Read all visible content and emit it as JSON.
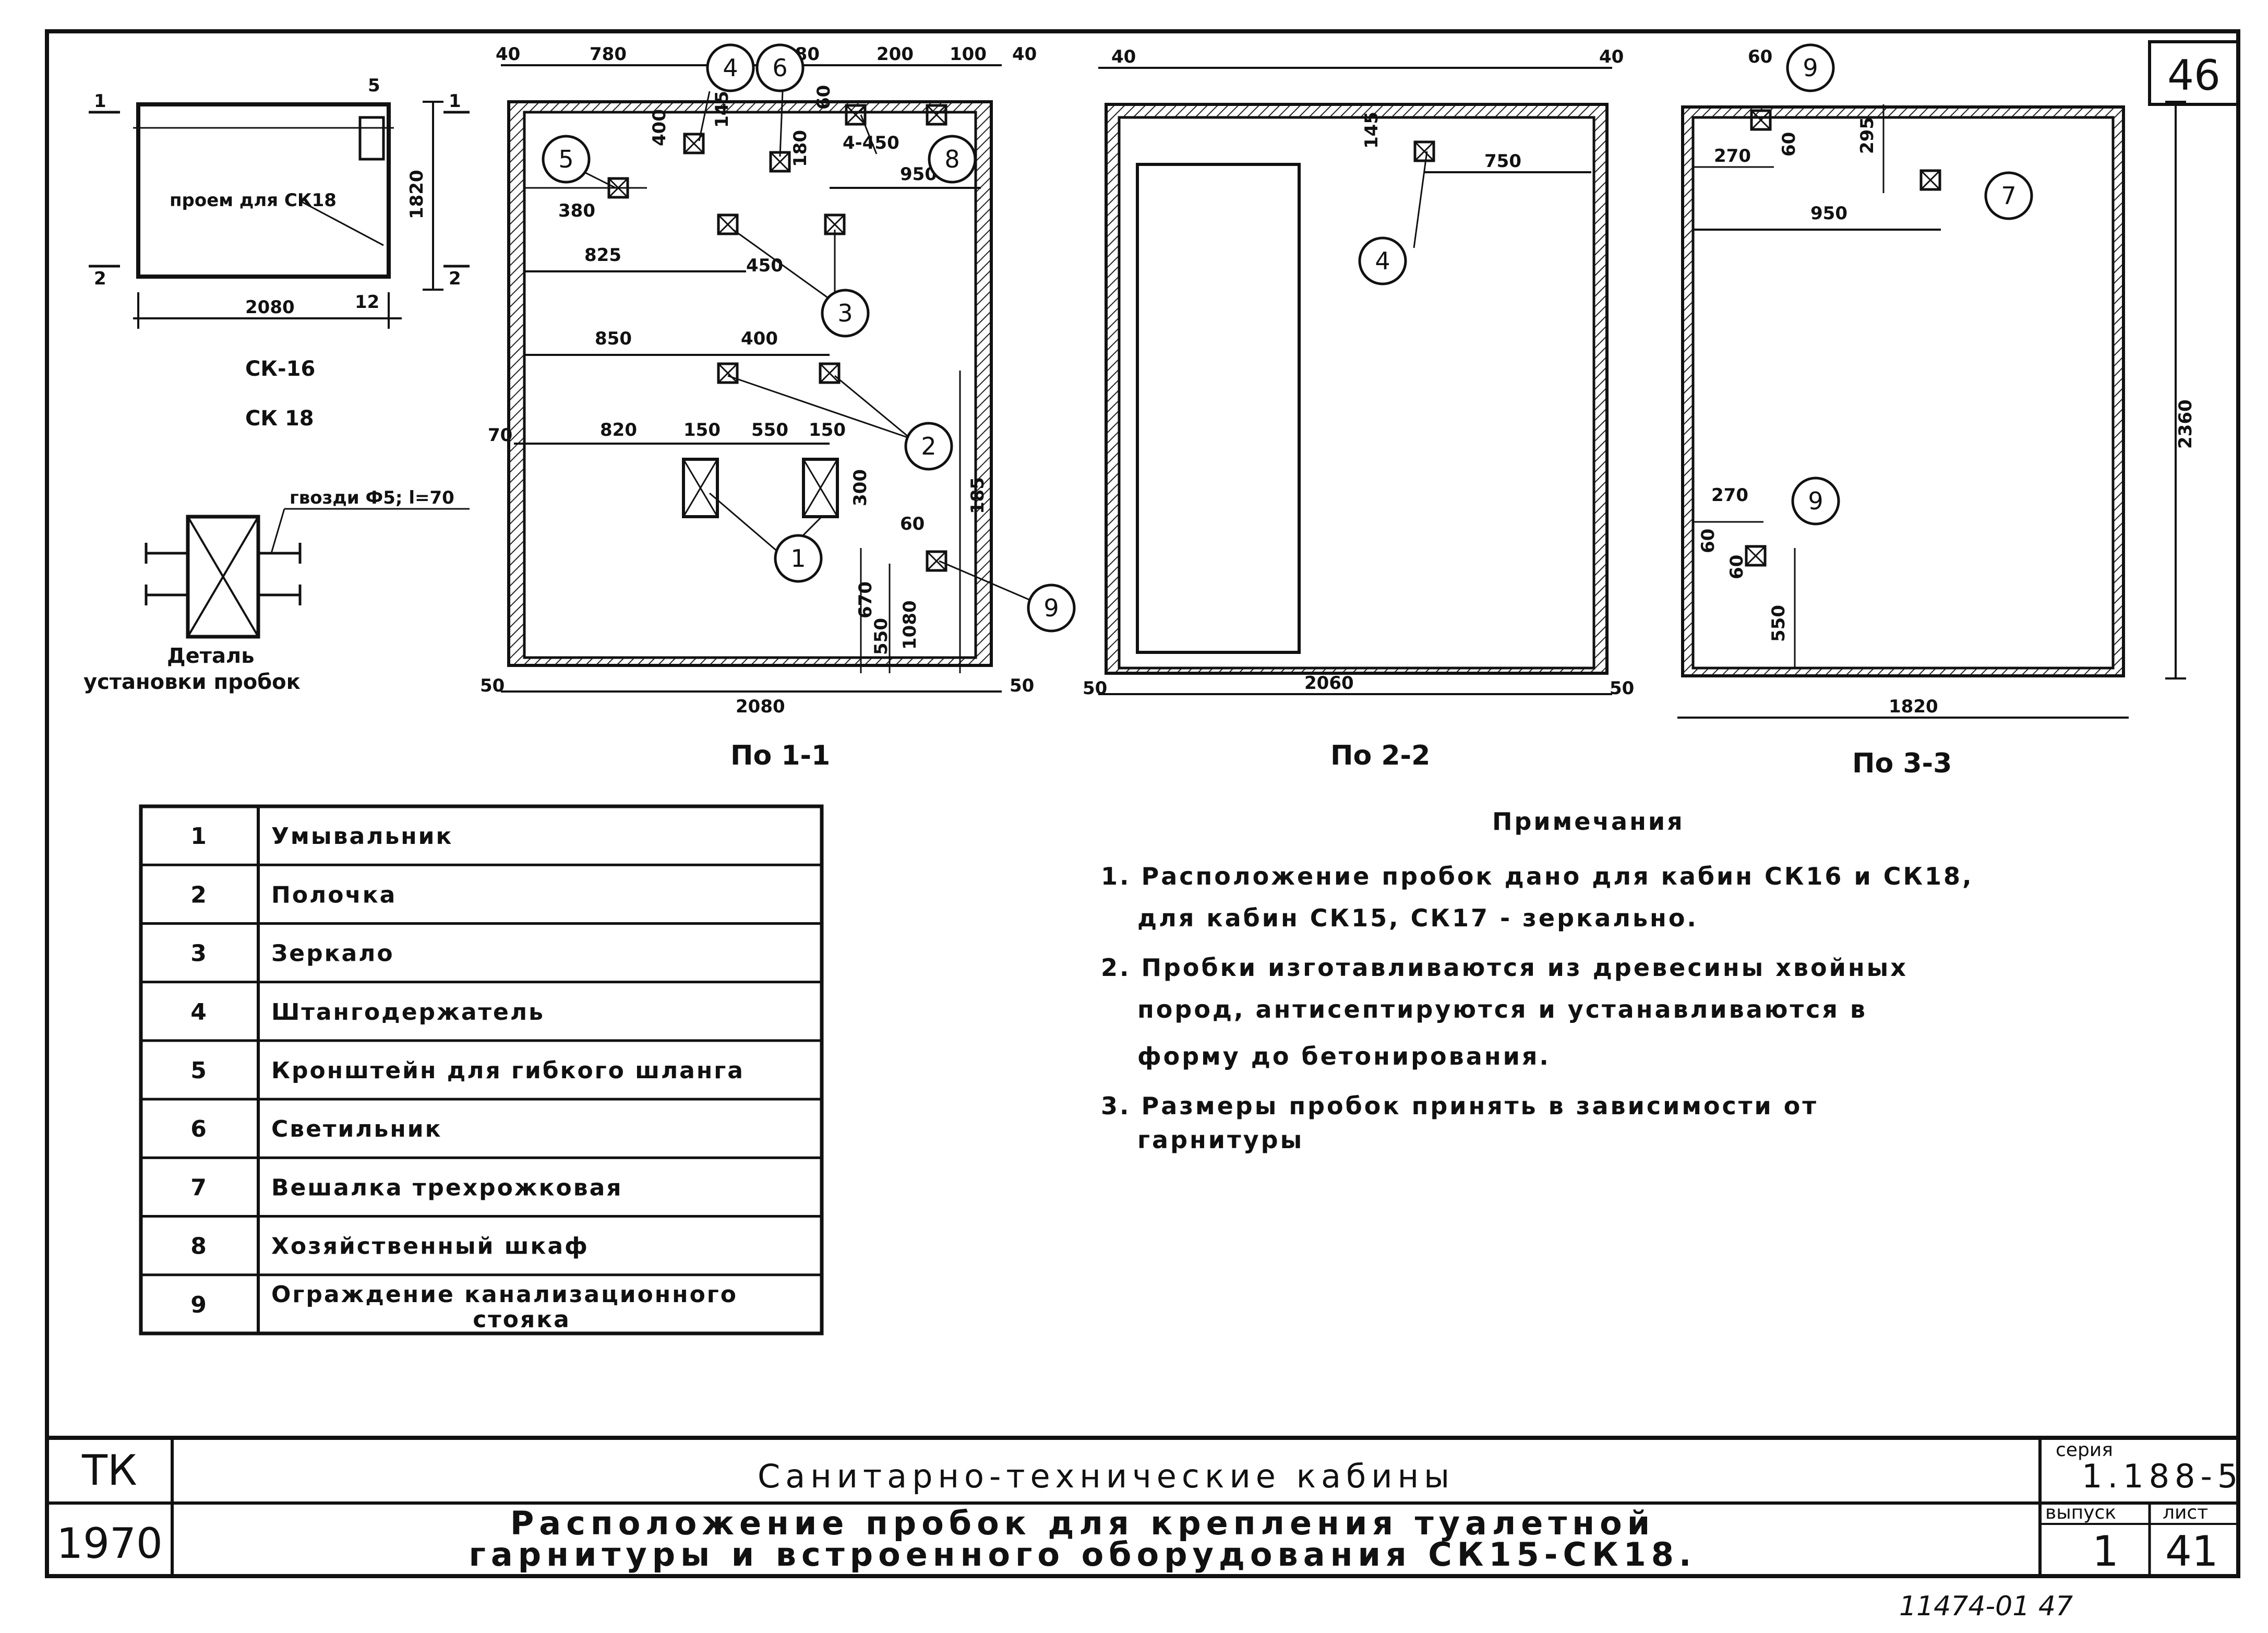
{
  "sheet_number": "46",
  "detail_plan": {
    "opening_label": "проем для СК18",
    "dims": {
      "width": "2080",
      "height": "1820",
      "offset_top": "5",
      "offset_bottom": "12"
    },
    "cut_marks": [
      "1",
      "1",
      "2",
      "2"
    ],
    "captions": [
      "СК-16",
      "СК 18"
    ]
  },
  "fastener_detail": {
    "nail_label": "гвозди Ф5; l=70",
    "caption_line1": "Деталь",
    "caption_line2": "установки пробок"
  },
  "view1": {
    "caption": "По 1-1",
    "dims": [
      "40",
      "780",
      "180",
      "200",
      "100",
      "40",
      "145",
      "400",
      "380",
      "180",
      "60",
      "4-450",
      "950",
      "825",
      "450",
      "850",
      "400",
      "70",
      "820",
      "150",
      "550",
      "150",
      "300",
      "60",
      "185",
      "670",
      "550",
      "1080",
      "50",
      "2080",
      "50"
    ],
    "markers": [
      "4",
      "6",
      "5",
      "8",
      "3",
      "2",
      "1",
      "9"
    ]
  },
  "view2": {
    "caption": "По 2-2",
    "dims": [
      "40",
      "40",
      "145",
      "750",
      "50",
      "2060",
      "50"
    ],
    "markers": [
      "4"
    ]
  },
  "view3": {
    "caption": "По 3-3",
    "dims": [
      "60",
      "270",
      "60",
      "295",
      "950",
      "2360",
      "270",
      "60",
      "60",
      "550",
      "1820"
    ],
    "markers": [
      "9",
      "7",
      "9"
    ]
  },
  "legend": [
    {
      "num": "1",
      "text": "Умывальник"
    },
    {
      "num": "2",
      "text": "Полочка"
    },
    {
      "num": "3",
      "text": "Зеркало"
    },
    {
      "num": "4",
      "text": "Штангодержатель"
    },
    {
      "num": "5",
      "text": "Кронштейн для гибкого шланга"
    },
    {
      "num": "6",
      "text": "Светильник"
    },
    {
      "num": "7",
      "text": "Вешалка трехрожковая"
    },
    {
      "num": "8",
      "text": "Хозяйственный шкаф"
    },
    {
      "num": "9",
      "text": "Ограждение канализационного",
      "text2": "стояка"
    }
  ],
  "notes": {
    "heading": "Примечания",
    "lines": [
      "1. Расположение пробок дано для кабин СК16 и СК18,",
      "для кабин СК15, СК17 - зеркально.",
      "2. Пробки изготавливаются из древесины хвойных",
      "пород, антисептируются и устанавливаются в",
      "форму до бетонирования.",
      "3. Размеры пробок принять в зависимости от",
      "гарнитуры"
    ]
  },
  "title_block": {
    "code": "ТК",
    "year": "1970",
    "title": "Санитарно-технические кабины",
    "subtitle_line1": "Расположение пробок для крепления туалетной",
    "subtitle_line2": "гарнитуры и встроенного оборудования СК15-СК18.",
    "series_label": "серия",
    "series_value": "1.188-5",
    "issue_label": "выпуск",
    "issue_value": "1",
    "sheet_label": "лист",
    "sheet_value": "41"
  },
  "archive_number": "11474-01 47"
}
